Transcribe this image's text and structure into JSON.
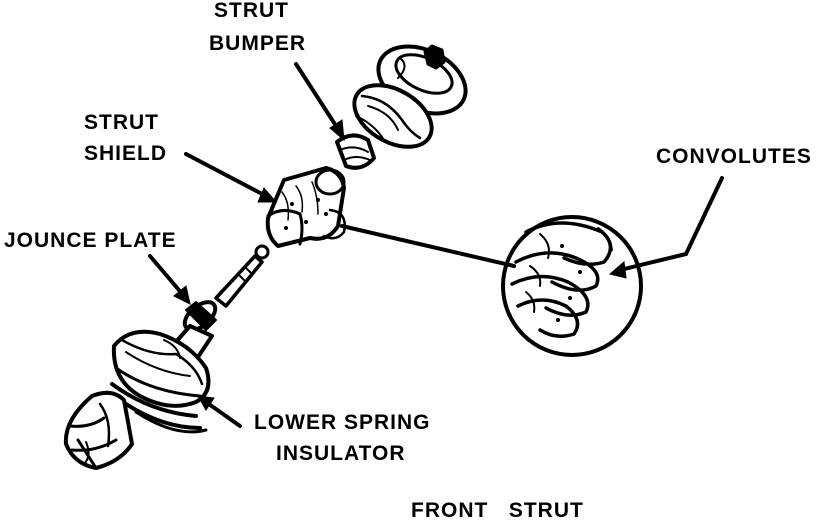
{
  "labels": {
    "strut_bumper_1": "STRUT",
    "strut_bumper_2": "BUMPER",
    "strut_shield_1": "STRUT",
    "strut_shield_2": "SHIELD",
    "jounce_plate": "JOUNCE PLATE",
    "convolutes": "CONVOLUTES",
    "lower_spring_1": "LOWER SPRING",
    "lower_spring_2": "INSULATOR",
    "caption": "FRONT   STRUT"
  }
}
